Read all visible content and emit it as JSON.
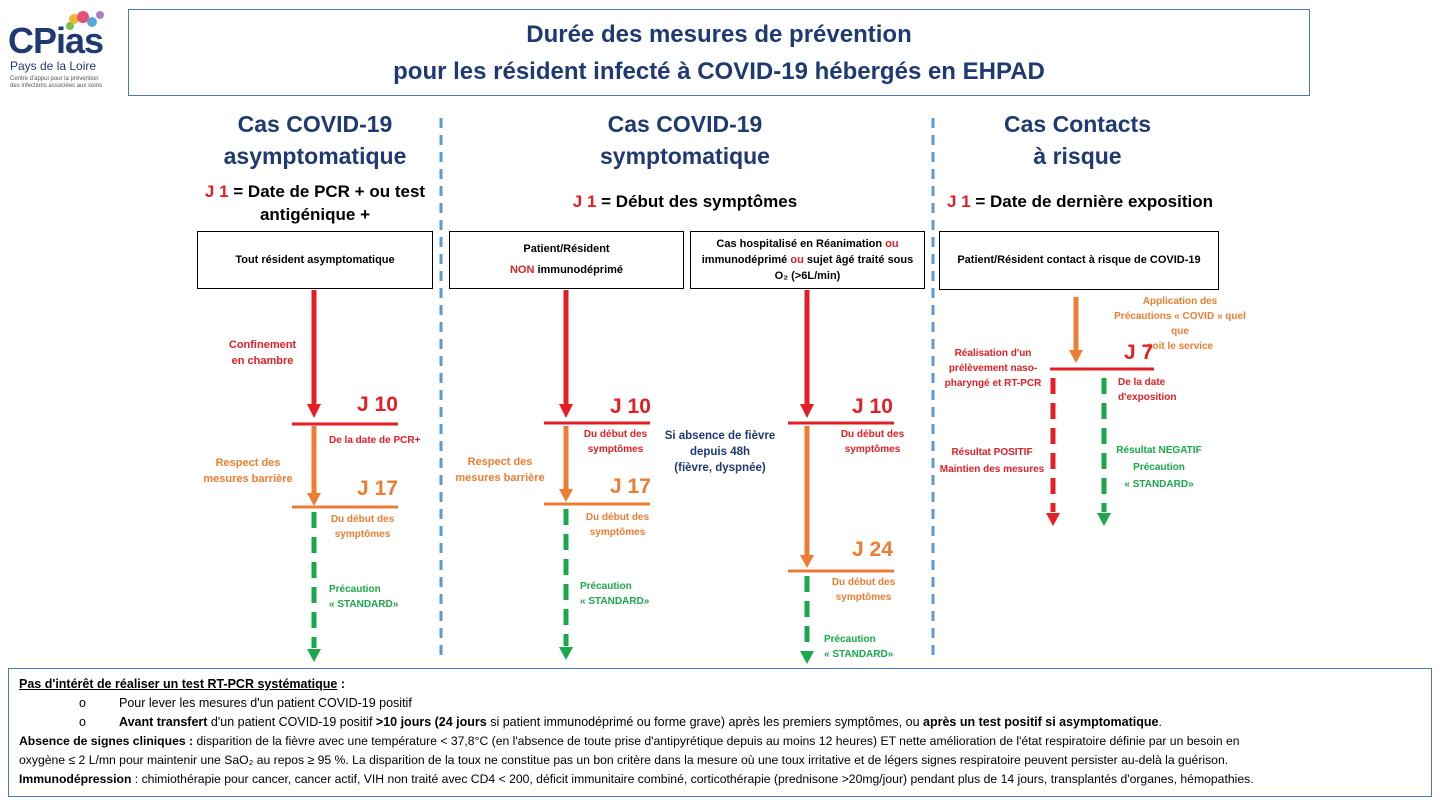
{
  "logo": {
    "name": "CPias",
    "region": "Pays de la Loire",
    "tagline_1": "Centre d'appui pour la prévention",
    "tagline_2": "des infections associées aux soins"
  },
  "title": {
    "line1": "Durée des mesures de prévention",
    "line2": "pour les résident infecté à COVID-19 hébergés en EHPAD"
  },
  "columns": {
    "asympto": {
      "head1": "Cas COVID-19",
      "head2": "asymptomatique",
      "j1_label": "J 1",
      "j1_text_1": " = Date de PCR + ou test",
      "j1_text_2": "antigénique +",
      "box": "Tout résident asymptomatique",
      "confinement_1": "Confinement",
      "confinement_2": "en chambre",
      "j10": "J 10",
      "j10_note": "De la date de PCR+",
      "respect_1": "Respect des",
      "respect_2": "mesures barrière",
      "j17": "J 17",
      "j17_note_1": "Du début des",
      "j17_note_2": "symptômes",
      "precaution": "Précaution",
      "standard": "« STANDARD»"
    },
    "sympto": {
      "head1": "Cas COVID-19",
      "head2": "symptomatique",
      "j1_label": "J 1",
      "j1_text": " = Début des symptômes",
      "box_a_1": "Patient/Résident",
      "box_a_2_red": "NON",
      "box_a_2": " immunodéprimé",
      "box_b_1a": "Cas hospitalisé en Réanimation ",
      "box_b_1_red": "ou",
      "box_b_2a": "immunodéprimé ",
      "box_b_2_red": "ou",
      "box_b_2b": " sujet âgé traité sous",
      "box_b_3": "O₂ (>6L/min)",
      "a_j10": "J 10",
      "a_j10_note_1": "Du début des",
      "a_j10_note_2": "symptômes",
      "a_respect_1": "Respect des",
      "a_respect_2": "mesures barrière",
      "a_j17": "J 17",
      "a_j17_note_1": "Du début des",
      "a_j17_note_2": "symptômes",
      "a_precaution": "Précaution",
      "a_standard": "« STANDARD»",
      "fever_1": "Si absence de fièvre",
      "fever_2": "depuis 48h",
      "fever_3": "(fièvre, dyspnée)",
      "b_j10": "J 10",
      "b_j10_note_1": "Du début des",
      "b_j10_note_2": "symptômes",
      "b_j24": "J 24",
      "b_j24_note_1": "Du début des",
      "b_j24_note_2": "symptômes",
      "b_precaution": "Précaution",
      "b_standard": "« STANDARD»"
    },
    "contacts": {
      "head1": "Cas Contacts",
      "head2": "à risque",
      "j1_label": "J 1",
      "j1_text": " = Date de dernière exposition",
      "box": "Patient/Résident contact à risque de COVID-19",
      "appli_1": "Application des",
      "appli_2": "Précautions « COVID »  quel que",
      "appli_3": "soit le service",
      "prelev_1": "Réalisation d'un",
      "prelev_2": "prélèvement naso-",
      "prelev_3": "pharyngé et RT-PCR",
      "j7": "J 7",
      "j7_note_1": "De la date",
      "j7_note_2": "d'exposition",
      "pos_1": "Résultat POSITIF",
      "pos_2": "Maintien des mesures",
      "neg_1": "Résultat NEGATIF",
      "neg_2": "Précaution",
      "neg_3": "« STANDARD»"
    }
  },
  "notes": {
    "heading": "Pas d'intérêt de réaliser un test RT-PCR systématique",
    "heading_tail": " :",
    "bullet_mark": "o",
    "b1": "Pour lever les mesures d'un patient COVID-19 positif",
    "b2_bold1": "Avant transfert",
    "b2_t1": " d'un patient COVID-19 positif ",
    "b2_bold2": ">10 jours (24 jours",
    "b2_t2": " si patient immunodéprimé ou forme grave) après les premiers symptômes, ou ",
    "b2_bold3": "après un test positif si asymptomatique",
    "b2_t3": ".",
    "absence_bold": "Absence de signes cliniques :",
    "absence_1": " disparition de la fièvre avec une température < 37,8°C (en l'absence de toute prise d'antipyrétique depuis au moins 12 heures) ET nette amélioration de l'état respiratoire définie par un besoin en",
    "absence_2": "oxygène ≤ 2 L/mn pour maintenir une SaO₂ au repos ≥ 95 %. La disparition de la toux ne constitue pas un bon critère dans la mesure où une toux irritative et de légers signes respiratoire peuvent persister au-delà la guérison.",
    "immuno_bold": "Immunodépression",
    "immuno": " : chimiothérapie pour cancer, cancer actif, VIH non traité avec CD4 < 200, déficit immunitaire combiné, corticothérapie (prednisone >20mg/jour) pendant plus de 14 jours, transplantés d'organes, hémopathies."
  },
  "colors": {
    "red": "#e31e24",
    "orange": "#ee7d31",
    "green": "#19a84a",
    "navy": "#1f3a73",
    "divider": "#5b9bd5"
  }
}
